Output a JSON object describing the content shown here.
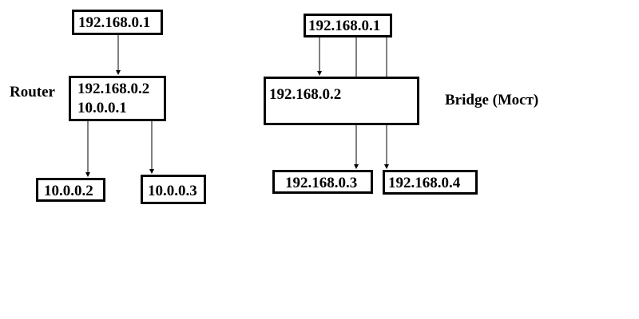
{
  "router": {
    "label": "Router",
    "upstream": "192.168.0.1",
    "lan_ip": "192.168.0.2",
    "wan_ip": "10.0.0.1",
    "host_a": "10.0.0.2",
    "host_b": "10.0.0.3"
  },
  "bridge": {
    "label": "Bridge (Мост)",
    "upstream": "192.168.0.1",
    "ip": "192.168.0.2",
    "host_a": "192.168.0.3",
    "host_b": "192.168.0.4"
  },
  "colors": {
    "line": "#000000",
    "background": "#ffffff"
  }
}
